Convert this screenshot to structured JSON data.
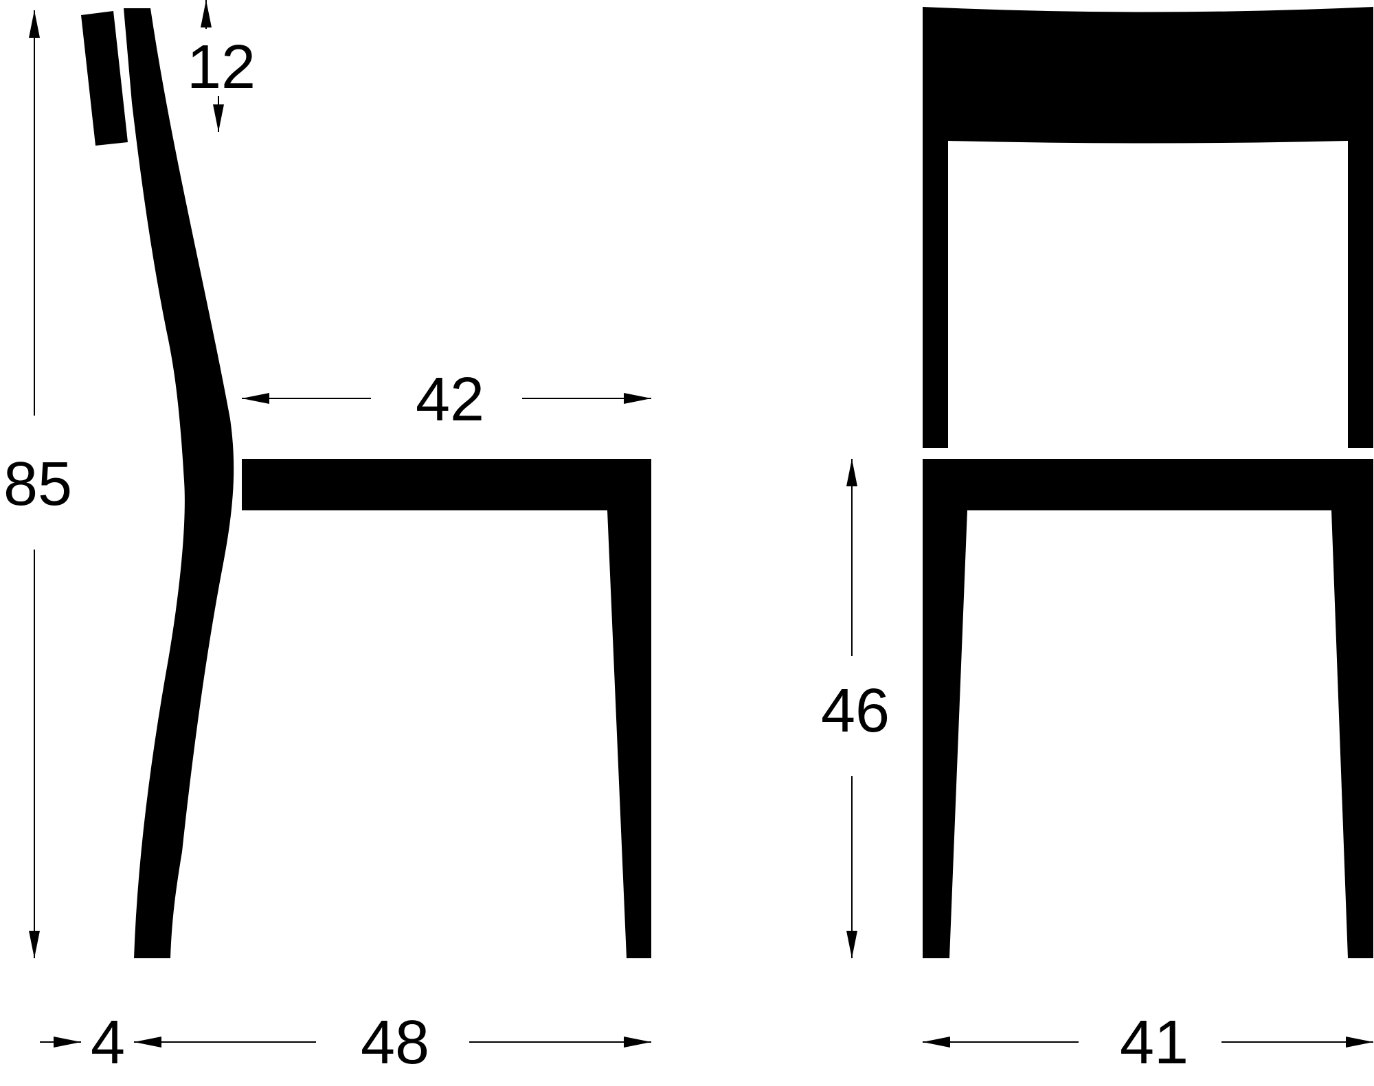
{
  "diagram": {
    "views": [
      "side-view",
      "front-view"
    ],
    "colors": {
      "ink": "#000000",
      "paper": "#ffffff"
    },
    "dimensions": {
      "total_height": "85",
      "backrest_gap": "12",
      "seat_depth": "42",
      "back_offset": "4",
      "overall_depth": "48",
      "seat_height": "46",
      "overall_width": "41"
    }
  }
}
